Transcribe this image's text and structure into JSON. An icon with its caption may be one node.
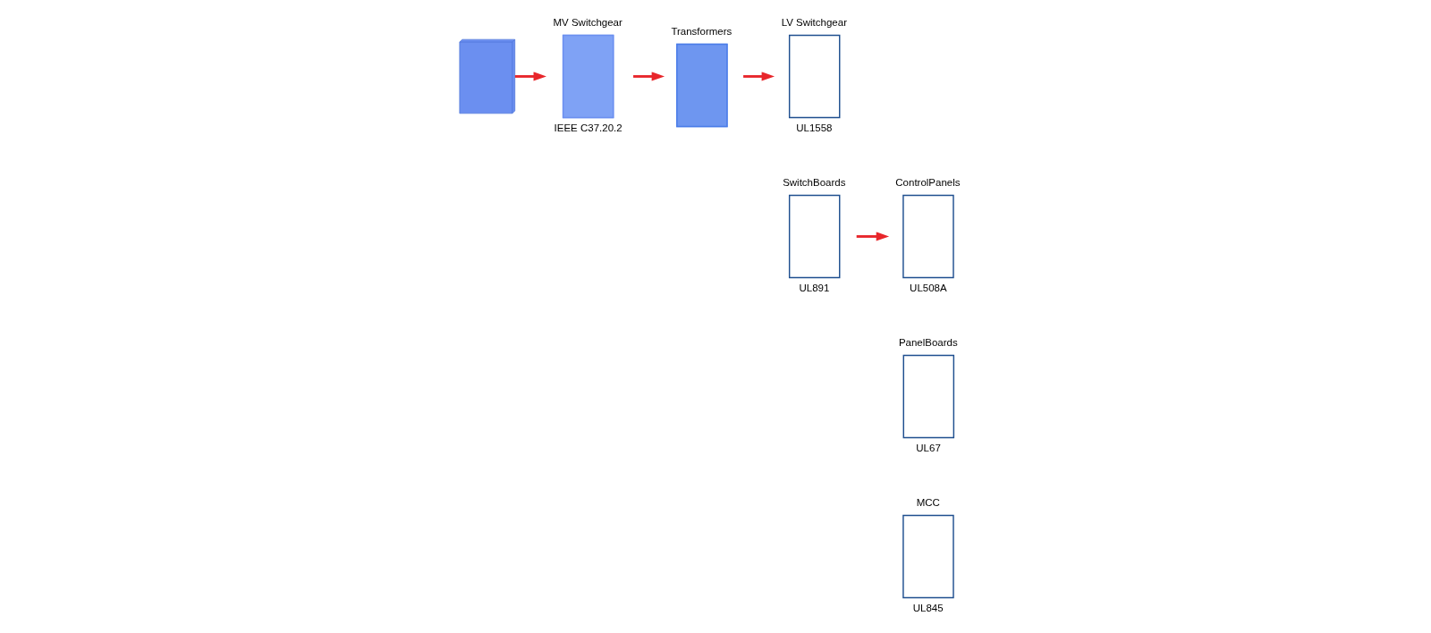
{
  "diagram": {
    "nodes": [
      {
        "text": [],
        "shape": "picture"
      },
      {
        "text": [
          "MV Switchgear",
          "IEEE C37.20.2"
        ]
      },
      {
        "text": [
          "Transformers"
        ]
      },
      {
        "text": [
          "LV Switchgear",
          "UL1558"
        ]
      },
      {
        "text": [
          "SwitchBoards",
          "UL891"
        ]
      },
      {
        "text": [
          "ControlPanels",
          "UL508A"
        ]
      },
      {
        "text": [
          "PanelBoards",
          "UL67"
        ]
      },
      {
        "text": [
          "MCC",
          "UL845"
        ]
      }
    ],
    "edges": [
      {
        "from": 0,
        "to": 1,
        "arrow": "to"
      },
      {
        "from": 1,
        "to": 2,
        "arrow": "to"
      },
      {
        "from": 2,
        "to": 3,
        "arrow": "to"
      },
      {
        "from": 4,
        "to": 5,
        "arrow": "to"
      }
    ]
  }
}
